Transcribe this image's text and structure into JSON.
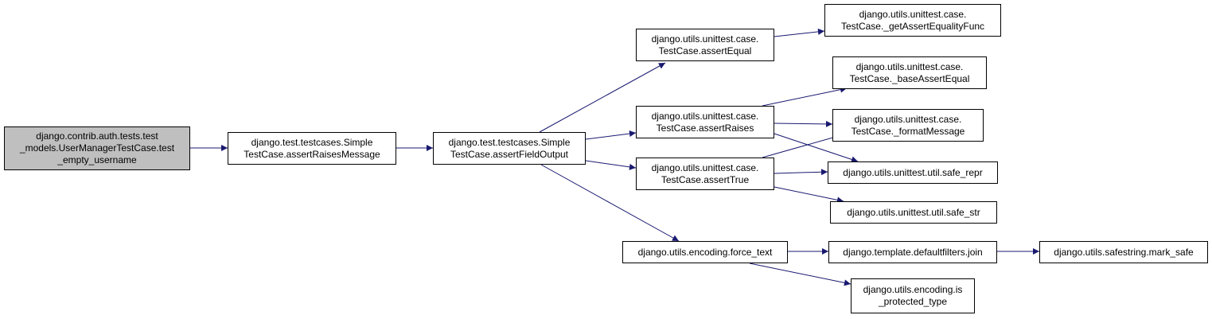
{
  "colors": {
    "edge": "#191970",
    "root_fill": "#bfbfbf",
    "node_fill": "#ffffff",
    "border": "#000000"
  },
  "nodes": {
    "root": "django.contrib.auth.tests.test\n_models.UserManagerTestCase.test\n_empty_username",
    "assert_raises_message": "django.test.testcases.Simple\nTestCase.assertRaisesMessage",
    "assert_field_output": "django.test.testcases.Simple\nTestCase.assertFieldOutput",
    "assert_equal": "django.utils.unittest.case.\nTestCase.assertEqual",
    "assert_raises": "django.utils.unittest.case.\nTestCase.assertRaises",
    "assert_true": "django.utils.unittest.case.\nTestCase.assertTrue",
    "force_text": "django.utils.encoding.force_text",
    "get_assert_equality_func": "django.utils.unittest.case.\nTestCase._getAssertEqualityFunc",
    "base_assert_equal": "django.utils.unittest.case.\nTestCase._baseAssertEqual",
    "format_message": "django.utils.unittest.case.\nTestCase._formatMessage",
    "safe_repr": "django.utils.unittest.util.safe_repr",
    "safe_str": "django.utils.unittest.util.safe_str",
    "join": "django.template.defaultfilters.join",
    "mark_safe": "django.utils.safestring.mark_safe",
    "is_protected_type": "django.utils.encoding.is\n_protected_type"
  },
  "edges": [
    [
      "root",
      "assert_raises_message"
    ],
    [
      "assert_raises_message",
      "assert_field_output"
    ],
    [
      "assert_field_output",
      "assert_equal"
    ],
    [
      "assert_field_output",
      "assert_raises"
    ],
    [
      "assert_field_output",
      "assert_true"
    ],
    [
      "assert_field_output",
      "force_text"
    ],
    [
      "assert_equal",
      "get_assert_equality_func"
    ],
    [
      "assert_raises",
      "base_assert_equal"
    ],
    [
      "assert_raises",
      "format_message"
    ],
    [
      "assert_raises",
      "safe_repr"
    ],
    [
      "assert_true",
      "format_message"
    ],
    [
      "assert_true",
      "safe_repr"
    ],
    [
      "assert_true",
      "safe_str"
    ],
    [
      "force_text",
      "join"
    ],
    [
      "force_text",
      "is_protected_type"
    ],
    [
      "join",
      "mark_safe"
    ]
  ]
}
